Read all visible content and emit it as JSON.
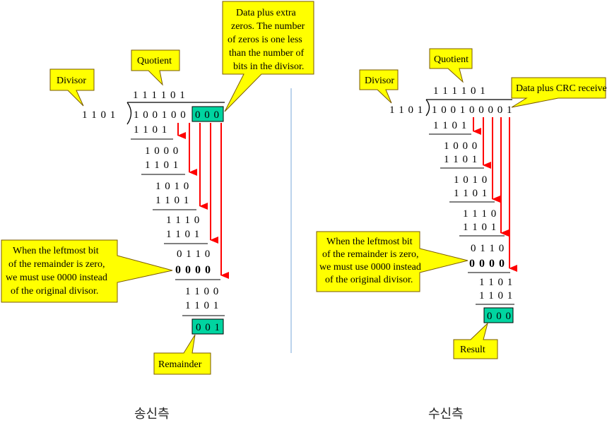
{
  "sender": {
    "caption": "송신측",
    "callouts": {
      "divisor": "Divisor",
      "quotient": "Quotient",
      "data_extra_zeros": [
        "Data plus extra",
        "zeros.  The number",
        "of zeros is one less",
        "than the number of",
        "bits in the divisor."
      ],
      "leftmost_bit": [
        "When the leftmost bit",
        "of the remainder is zero,",
        "we must use 0000 instead",
        "of the original divisor."
      ],
      "remainder": "Remainder"
    },
    "quotient_bits": "1 1 1 1 0 1",
    "divisor_bits": "1  1 0 1",
    "dividend_data": "1 0 0 1 0 0",
    "dividend_zeros": "0 0 0",
    "steps": [
      "1 1 0 1",
      "1 0 0 0",
      "1 1 0 1",
      "1 0 1 0",
      "1 1 0 1",
      "1 1 1 0",
      "1 1 0 1",
      "0 1 1 0",
      "0 0 0 0",
      "1 1 0 0",
      "1 1 0 1"
    ],
    "remainder_bits": "0 0 1"
  },
  "receiver": {
    "caption": "수신측",
    "callouts": {
      "divisor": "Divisor",
      "quotient": "Quotient",
      "data_crc": "Data plus CRC received",
      "leftmost_bit": [
        "When the leftmost bit",
        "of the remainder is zero,",
        "we must use 0000 instead",
        "of the original divisor."
      ],
      "result": "Result"
    },
    "quotient_bits": "1 1 1 1 0 1",
    "divisor_bits": "1  1 0 1",
    "dividend_bits": "1 0 0 1 0 0 0 0 1",
    "steps": [
      "1 1 0 1",
      "1 0 0 0",
      "1 1 0 1",
      "1 0 1 0",
      "1 1 0 1",
      "1 1 1 0",
      "1 1 0 1",
      "0 1 1 0",
      "0 0 0 0",
      "1 1 0 1",
      "1 1 0 1"
    ],
    "result_bits": "0 0 0"
  },
  "colors": {
    "callout_fill": "#ffff00",
    "callout_stroke": "#7a5a00",
    "highlight": "#00d4a0",
    "arrow": "#ff0000",
    "divider": "#7aa7d8"
  }
}
